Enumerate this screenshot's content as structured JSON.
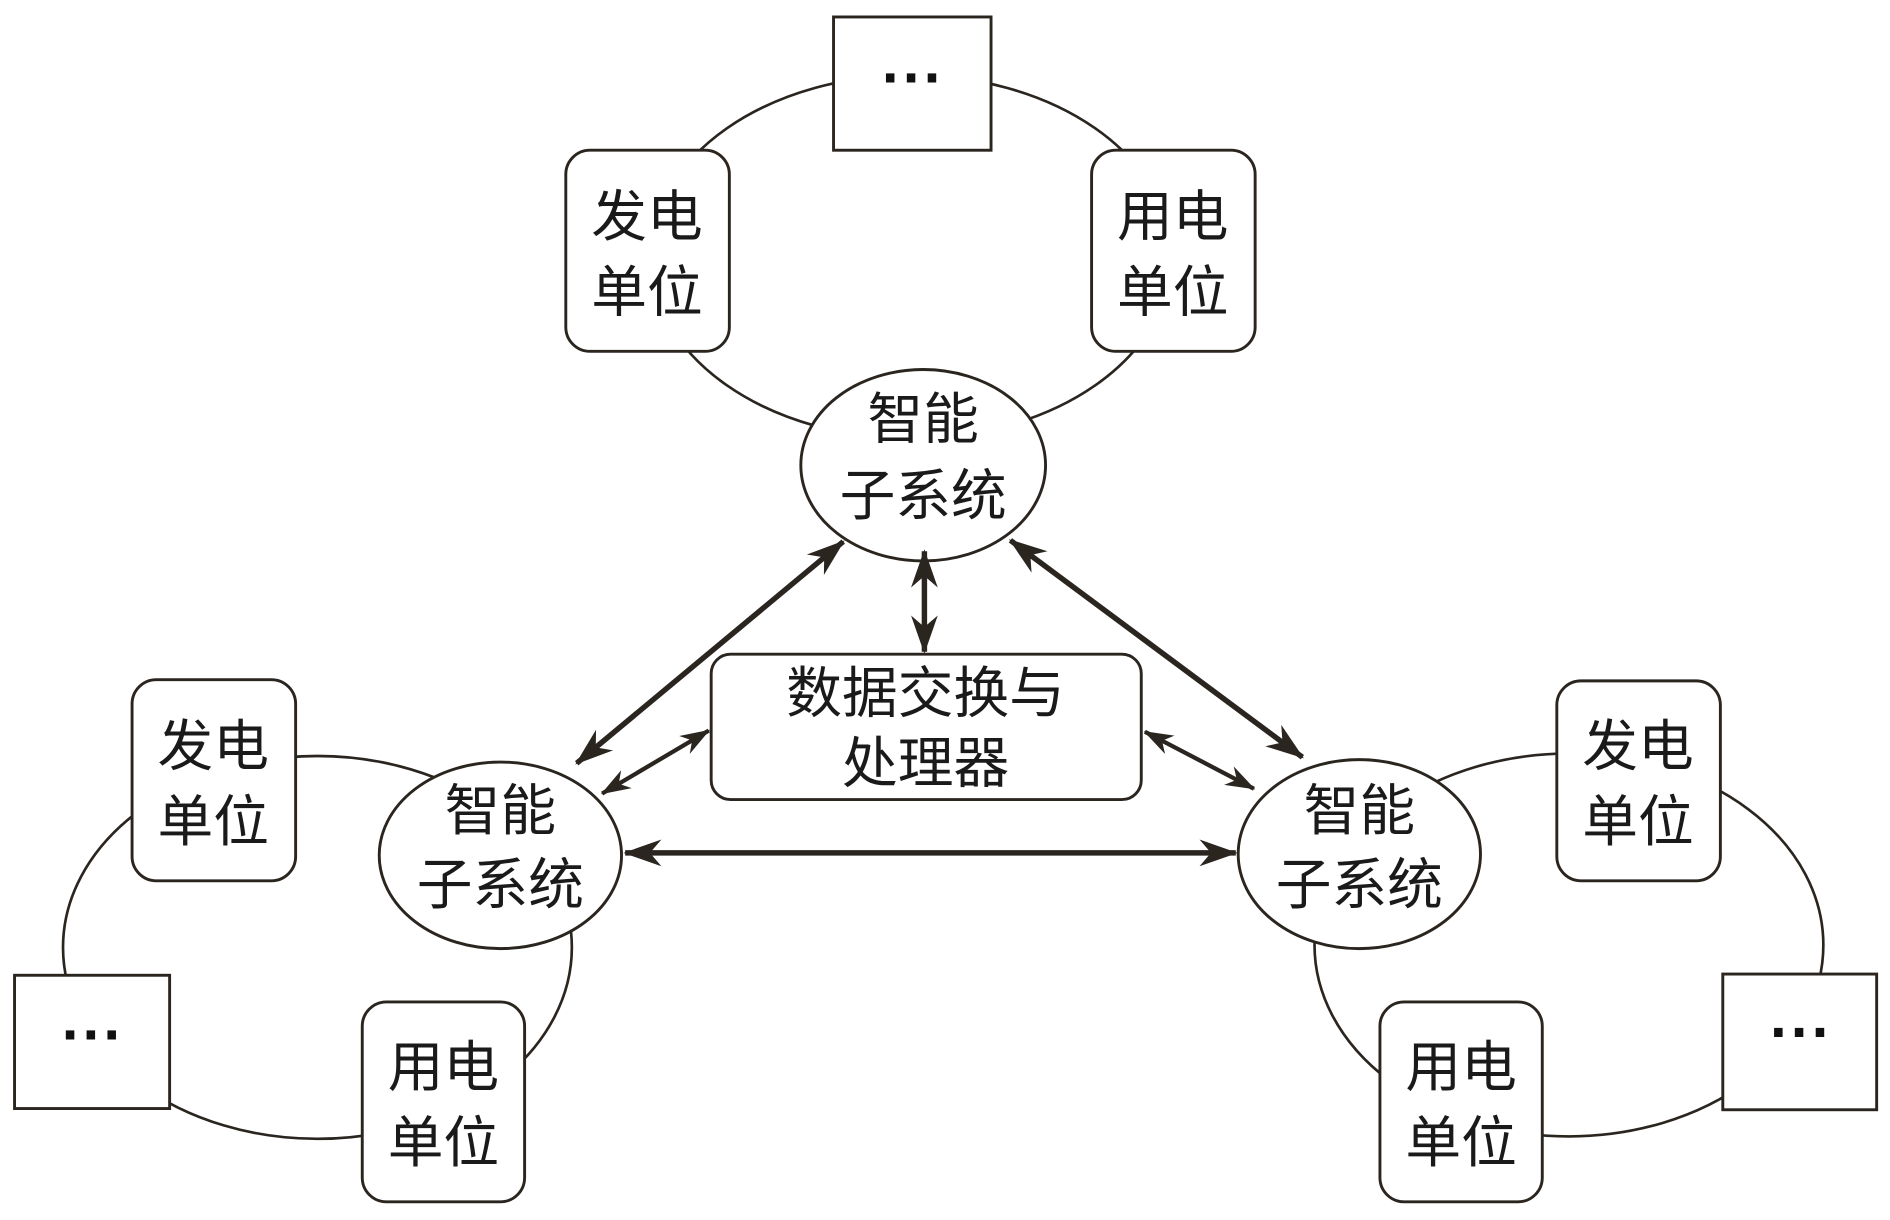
{
  "diagram": {
    "type": "network-topology",
    "central_node": {
      "line1": "数据交换与",
      "line2": "处理器"
    },
    "subsystems": [
      {
        "id": "top",
        "hub": {
          "line1": "智能",
          "line2": "子系统"
        },
        "units": [
          {
            "kind": "generation",
            "line1": "发电",
            "line2": "单位"
          },
          {
            "kind": "more",
            "text": "···"
          },
          {
            "kind": "consumption",
            "line1": "用电",
            "line2": "单位"
          }
        ]
      },
      {
        "id": "left",
        "hub": {
          "line1": "智能",
          "line2": "子系统"
        },
        "units": [
          {
            "kind": "generation",
            "line1": "发电",
            "line2": "单位"
          },
          {
            "kind": "more",
            "text": "···"
          },
          {
            "kind": "consumption",
            "line1": "用电",
            "line2": "单位"
          }
        ]
      },
      {
        "id": "right",
        "hub": {
          "line1": "智能",
          "line2": "子系统"
        },
        "units": [
          {
            "kind": "generation",
            "line1": "发电",
            "line2": "单位"
          },
          {
            "kind": "more",
            "text": "···"
          },
          {
            "kind": "consumption",
            "line1": "用电",
            "line2": "单位"
          }
        ]
      }
    ],
    "connections": [
      {
        "from": "top-hub",
        "to": "processor",
        "direction": "bidirectional"
      },
      {
        "from": "top-hub",
        "to": "left-hub",
        "direction": "bidirectional"
      },
      {
        "from": "top-hub",
        "to": "right-hub",
        "direction": "bidirectional"
      },
      {
        "from": "left-hub",
        "to": "processor",
        "direction": "bidirectional"
      },
      {
        "from": "right-hub",
        "to": "processor",
        "direction": "bidirectional"
      },
      {
        "from": "left-hub",
        "to": "right-hub",
        "direction": "bidirectional"
      }
    ],
    "colors": {
      "stroke": "#2b2520",
      "text": "#1a1a1a",
      "background": "#ffffff"
    }
  }
}
